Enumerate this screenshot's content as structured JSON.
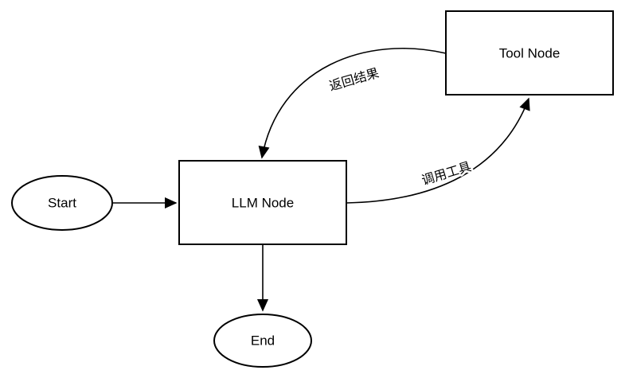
{
  "diagram": {
    "background_color": "#ffffff",
    "stroke_color": "#000000",
    "text_color": "#000000",
    "nodes": [
      {
        "id": "start",
        "type": "ellipse",
        "label": "Start"
      },
      {
        "id": "llm",
        "type": "rectangle",
        "label": "LLM Node"
      },
      {
        "id": "tool",
        "type": "rectangle",
        "label": "Tool Node"
      },
      {
        "id": "end",
        "type": "ellipse",
        "label": "End"
      }
    ],
    "edges": [
      {
        "from": "start",
        "to": "llm",
        "label": ""
      },
      {
        "from": "llm",
        "to": "tool",
        "label": "调用工具"
      },
      {
        "from": "tool",
        "to": "llm",
        "label": "返回结果"
      },
      {
        "from": "llm",
        "to": "end",
        "label": ""
      }
    ]
  }
}
